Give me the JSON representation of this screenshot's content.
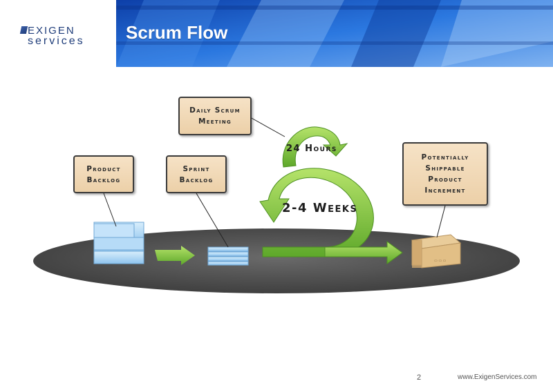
{
  "logo": {
    "top": "EXIGEN",
    "bottom": "services"
  },
  "header": {
    "title": "Scrum Flow"
  },
  "diagram": {
    "daily_scrum": "Daily Scrum\nMeeting",
    "product_backlog": "Product\nBacklog",
    "sprint_backlog": "Sprint\nBacklog",
    "increment": "Potentially\nShippable\nProduct\nIncrement",
    "hours_label": "24 Hours",
    "weeks_label": "2-4 Weeks"
  },
  "footer": {
    "page_number": "2",
    "url": "www.ExigenServices.com"
  },
  "colors": {
    "header_blue": "#1d5fc6",
    "arrow_green": "#7cc43a",
    "box_fill": "#f0d6b1",
    "platform": "#595959"
  }
}
